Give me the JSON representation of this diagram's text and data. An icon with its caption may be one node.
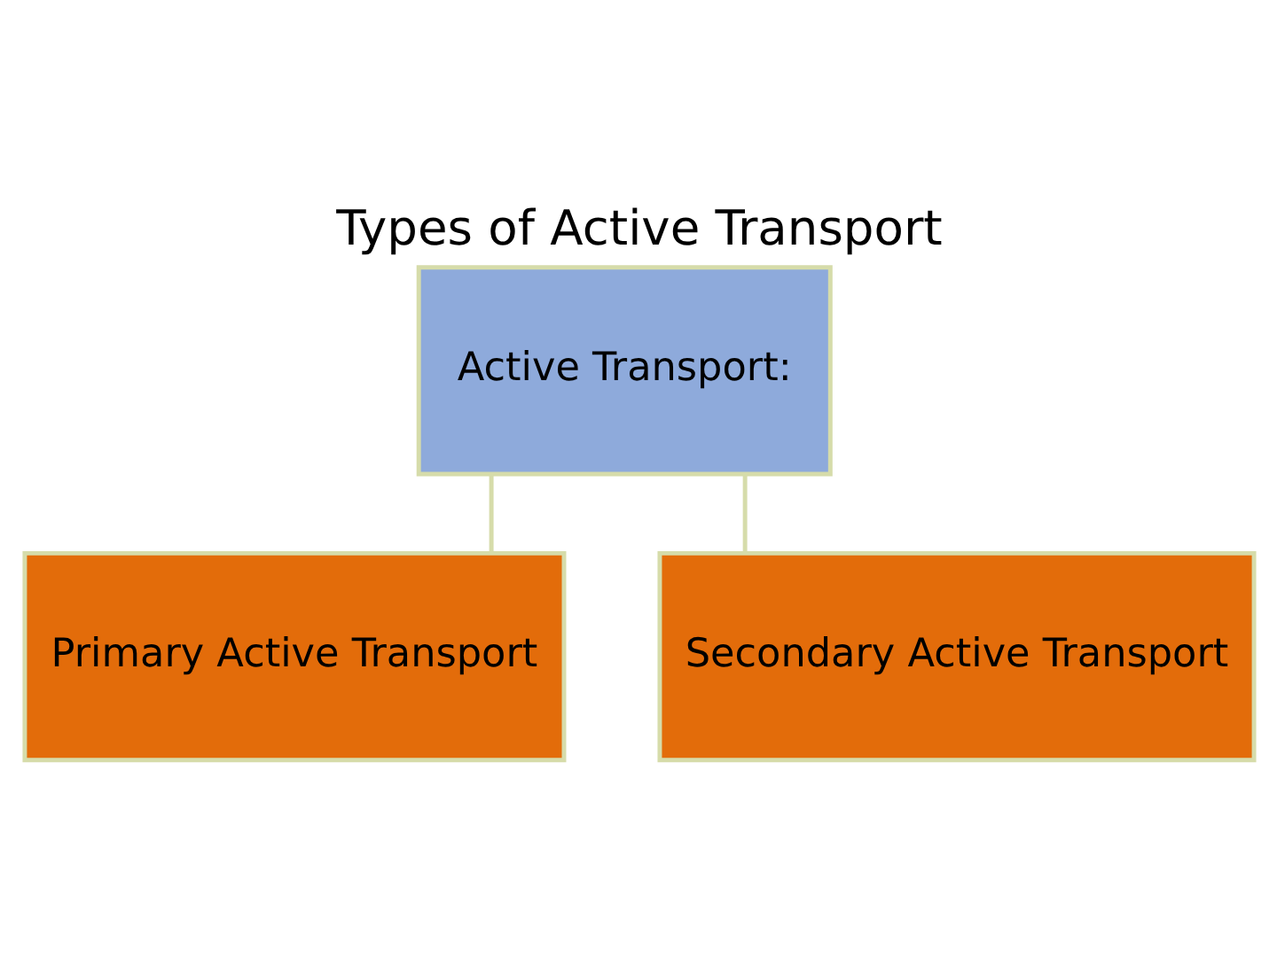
{
  "diagram": {
    "title": "Types of Active Transport",
    "nodes": [
      {
        "text": [
          "Active Transport:"
        ]
      },
      {
        "text": [
          "Primary Active Transport"
        ]
      },
      {
        "text": [
          "Secondary Active Transport"
        ]
      }
    ],
    "edges": [
      {
        "from": 0,
        "to": 1,
        "arrow": "none"
      },
      {
        "from": 0,
        "to": 2,
        "arrow": "none"
      }
    ]
  }
}
